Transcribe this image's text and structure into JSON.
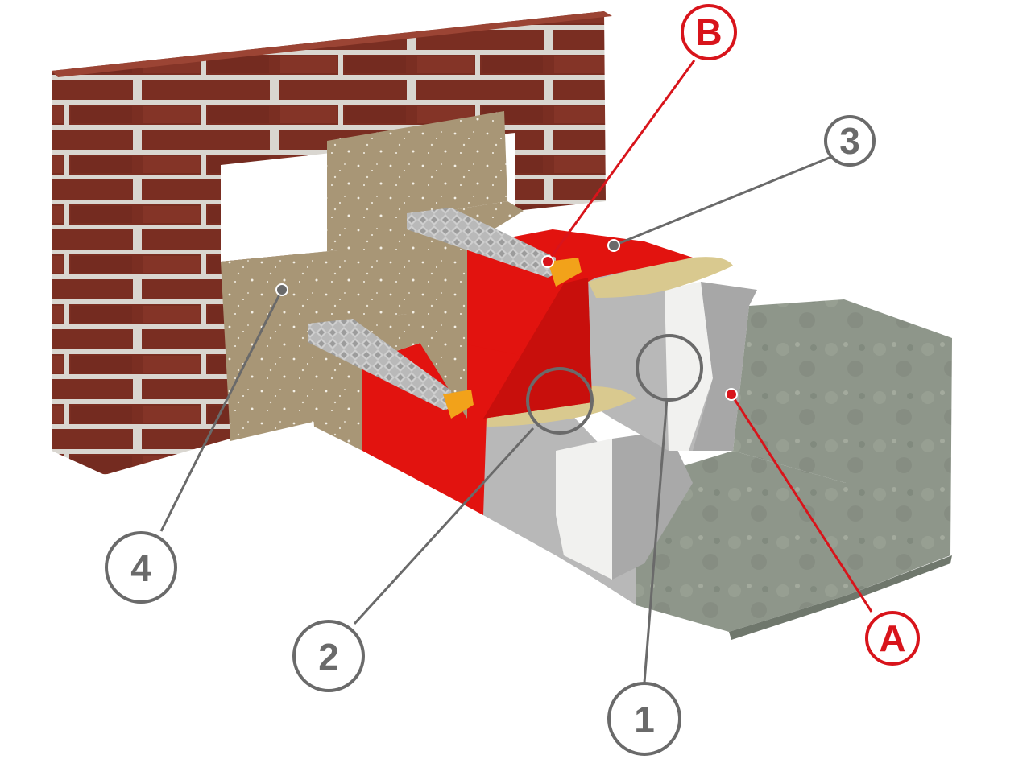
{
  "diagram": {
    "type": "stair-insulation-cross-section",
    "colors": {
      "brick": "#7a2e22",
      "mortar": "#d9d6d0",
      "board": "#a89676",
      "red_membrane": "#e2130f",
      "foam": "#d9c98f",
      "grey_layer": "#b8b8b8",
      "white_layer": "#f1f1ef",
      "concrete": "#8e968a",
      "nosing": "#b9b9b9",
      "orange_profile": "#f2a21a",
      "callout_grey": "#6a6a6a",
      "callout_red": "#d8141b"
    },
    "callouts": [
      {
        "id": "B",
        "label": "B",
        "color": "red"
      },
      {
        "id": "3",
        "label": "3",
        "color": "grey"
      },
      {
        "id": "4",
        "label": "4",
        "color": "grey"
      },
      {
        "id": "2",
        "label": "2",
        "color": "grey"
      },
      {
        "id": "1",
        "label": "1",
        "color": "grey"
      },
      {
        "id": "A",
        "label": "A",
        "color": "red"
      }
    ]
  }
}
